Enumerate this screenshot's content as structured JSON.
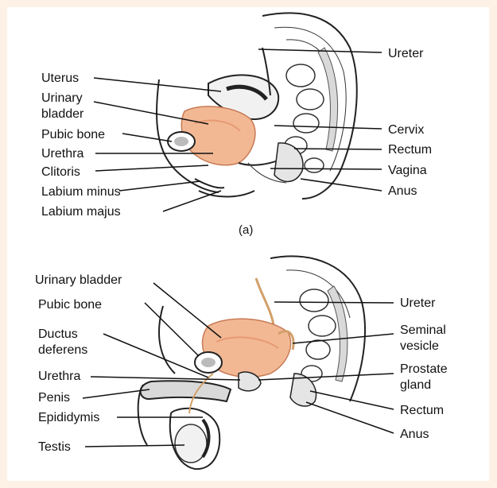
{
  "figure_a": {
    "caption": "(a)",
    "labels_left": [
      "Uterus",
      "Urinary",
      "bladder",
      "Pubic bone",
      "Urethra",
      "Clitoris",
      "Labium minus",
      "Labium majus"
    ],
    "labels_right": [
      "Ureter",
      "Cervix",
      "Rectum",
      "Vagina",
      "Anus"
    ]
  },
  "figure_b": {
    "labels_left": [
      "Urinary bladder",
      "Pubic bone",
      "Ductus",
      "deferens",
      "Urethra",
      "Penis",
      "Epididymis",
      "Testis"
    ],
    "labels_right": [
      "Ureter",
      "Seminal",
      "vesicle",
      "Prostate",
      "gland",
      "Rectum",
      "Anus"
    ]
  },
  "colors": {
    "frame": "#fdf1e6",
    "bladder": "#f2b894",
    "bladder_dark": "#e69a74",
    "ink": "#111111"
  }
}
